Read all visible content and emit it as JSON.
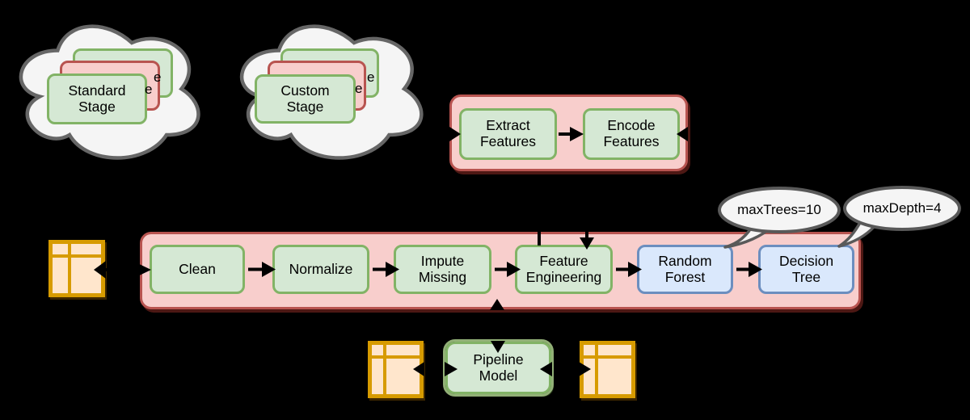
{
  "colors": {
    "background": "#000000",
    "green_fill": "#D5E8D4",
    "green_stroke": "#82B366",
    "red_fill": "#F8CECC",
    "red_stroke": "#B85450",
    "blue_fill": "#DAE8FC",
    "blue_stroke": "#6C8EBF",
    "orange_fill": "#FFE6CC",
    "orange_stroke": "#D79B00",
    "cloud_fill": "#F5F5F5",
    "cloud_stroke": "#666666",
    "connector": "#000000"
  },
  "clouds": [
    {
      "front_label": "Standard Stage",
      "middle_fragment": "e",
      "back_fragment": "e"
    },
    {
      "front_label": "Custom Stage",
      "middle_fragment": "e",
      "back_fragment": "e"
    }
  ],
  "feature_group": {
    "stages": [
      {
        "label": "Extract Features"
      },
      {
        "label": "Encode Features"
      }
    ]
  },
  "pipeline": {
    "stages": [
      {
        "label": "Clean"
      },
      {
        "label": "Normalize"
      },
      {
        "label": "Impute Missing"
      },
      {
        "label": "Feature Engineering"
      },
      {
        "label": "Random Forest"
      },
      {
        "label": "Decision Tree"
      }
    ]
  },
  "param_callouts": [
    {
      "label": "maxTrees=10"
    },
    {
      "label": "maxDepth=4"
    }
  ],
  "model": {
    "label": "Pipeline Model"
  }
}
